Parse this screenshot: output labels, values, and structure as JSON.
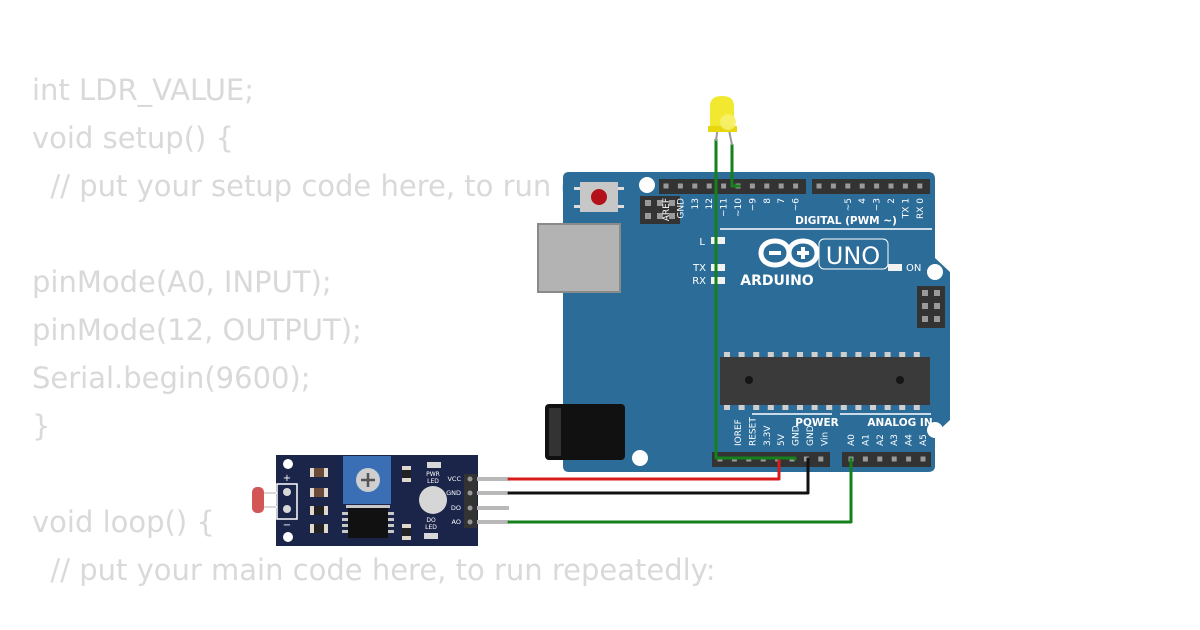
{
  "code": {
    "lines": [
      "int LDR_VALUE;",
      "void setup() {",
      "  // put your setup code here, to run once:",
      "",
      "pinMode(A0, INPUT);",
      "pinMode(12, OUTPUT);",
      "Serial.begin(9600);",
      "}",
      "",
      "void loop() {",
      "  // put your main code here, to run repeatedly:"
    ]
  },
  "arduino": {
    "logo_text": "ARDUINO",
    "model": "UNO",
    "digital_header": "DIGITAL (PWM ~)",
    "power_header": "POWER",
    "analog_header": "ANALOG IN",
    "digital_pins": [
      "AREF",
      "GND",
      "13",
      "12",
      "~11",
      "~10",
      "~9",
      "8",
      "7",
      "~6",
      "~5",
      "4",
      "~3",
      "2",
      "TX 1",
      "RX 0"
    ],
    "power_pins": [
      "IOREF",
      "RESET",
      "3.3V",
      "5V",
      "GND",
      "GND",
      "Vin"
    ],
    "analog_pins": [
      "A0",
      "A1",
      "A2",
      "A3",
      "A4",
      "A5"
    ],
    "led_labels": {
      "l": "L",
      "tx": "TX",
      "rx": "RX",
      "on": "ON"
    }
  },
  "sensor": {
    "pins": [
      "VCC",
      "GND",
      "DO",
      "AO"
    ],
    "pwr_led": [
      "PWR",
      "LED"
    ],
    "do_led": [
      "DO",
      "LED"
    ],
    "plus": "+",
    "minus": "−"
  },
  "colors": {
    "board": "#2c6c99",
    "sensor_board": "#1b2549",
    "wire_vcc": "#d81b1b",
    "wire_gnd": "#111111",
    "wire_signal": "#15801c",
    "led": "#f2e61a",
    "code_text": "#d9d9d9"
  }
}
